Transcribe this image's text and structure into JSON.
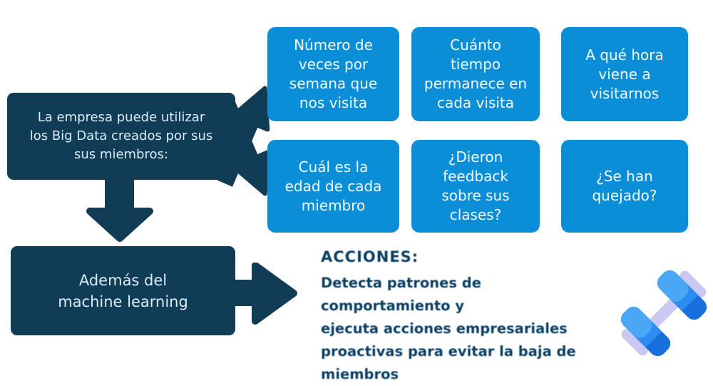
{
  "colors": {
    "background": "#ffffff",
    "navy": "#113c56",
    "azure": "#0a8ed8",
    "blue_box_text": "#f4fbff",
    "navy_box_text": "#d9ecf7",
    "actions_text": "#0c3f63",
    "dumbbell_bar": "#c9c9f4",
    "dumbbell_plate_dark": "#1a6fdf",
    "dumbbell_plate_mid": "#2e8cf0",
    "dumbbell_plate_light": "#49a7f6"
  },
  "intro_box": {
    "lines": [
      "La empresa puede utilizar",
      "los Big Data creados por sus",
      "sus miembros:"
    ]
  },
  "data_boxes": [
    {
      "label": "Número de veces por semana que nos visita"
    },
    {
      "label": "Cuánto tiempo permanece en cada visita"
    },
    {
      "label": "A qué hora viene a visitarnos"
    },
    {
      "label": "Cuál es la edad de cada miembro"
    },
    {
      "label": "¿Dieron feedback sobre sus clases?"
    },
    {
      "label": "¿Se han quejado?"
    }
  ],
  "ml_box": {
    "lines": [
      "Además del",
      "machine learning"
    ]
  },
  "actions": {
    "heading": "ACCIONES:",
    "lines": [
      "Detecta patrones de comportamiento y",
      "ejecuta acciones empresariales",
      "proactivas para evitar la baja de",
      "miembros"
    ]
  },
  "icons": {
    "dumbbell": "dumbbell-icon",
    "branch_arrows": "branch-arrows-icon",
    "down_arrow": "down-arrow-icon",
    "right_arrow": "right-arrow-icon"
  }
}
